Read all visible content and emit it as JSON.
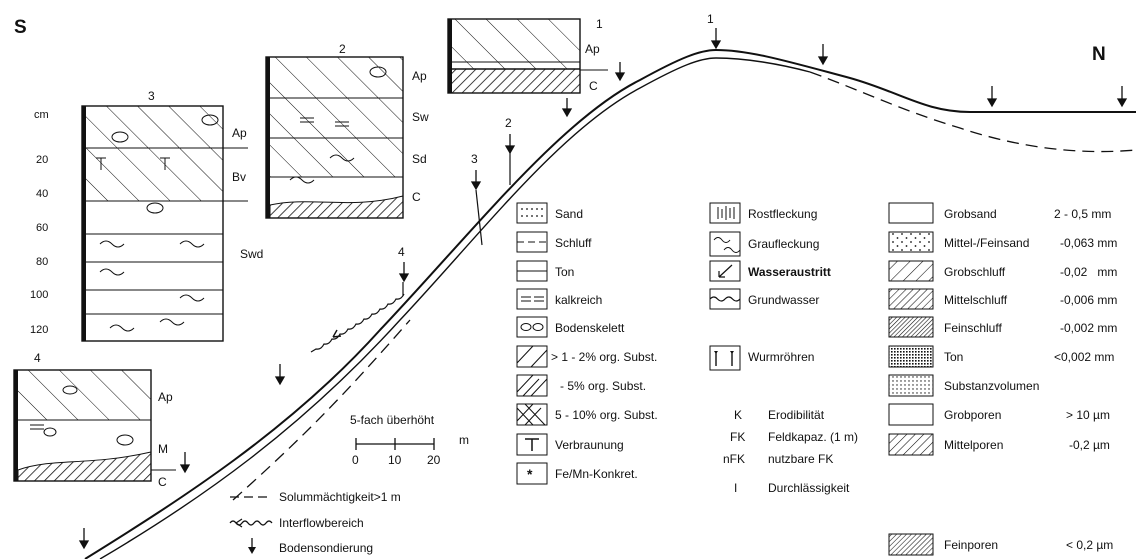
{
  "compass": {
    "south": "S",
    "north": "N"
  },
  "profiles": [
    {
      "id": "1",
      "horizons": [
        "Ap",
        "C"
      ]
    },
    {
      "id": "2",
      "horizons": [
        "Ap",
        "Sw",
        "Sd",
        "C"
      ]
    },
    {
      "id": "3",
      "depth_unit": "cm",
      "depths": [
        "20",
        "40",
        "60",
        "80",
        "100",
        "120"
      ],
      "horizons": [
        "Ap",
        "Bv",
        "Swd"
      ]
    },
    {
      "id": "4",
      "horizons": [
        "Ap",
        "M",
        "C"
      ]
    }
  ],
  "slope_markers": [
    "1",
    "2",
    "3",
    "4"
  ],
  "scale": {
    "label": "5-fach überhöht",
    "unit": "m",
    "ticks": [
      "0",
      "10",
      "20"
    ]
  },
  "line_legend": [
    {
      "symbol": "dashed",
      "label": "Solummächtigkeit>1 m"
    },
    {
      "symbol": "wavy-arrow",
      "label": "Interflowbereich"
    },
    {
      "symbol": "arrow-down",
      "label": "Bodensondierung"
    }
  ],
  "legend_col1": [
    {
      "icon": "dots",
      "label": "Sand"
    },
    {
      "icon": "dashed-line",
      "label": "Schluff"
    },
    {
      "icon": "solid-line",
      "label": "Ton"
    },
    {
      "icon": "double-dash",
      "label": "kalkreich"
    },
    {
      "icon": "pebbles",
      "label": "Bodenskelett"
    },
    {
      "icon": "hatch-wide",
      "label": "> 1 - 2% org. Subst."
    },
    {
      "icon": "hatch-double",
      "label": "- 5% org. Subst."
    },
    {
      "icon": "hatch-cross",
      "label": "5 - 10% org. Subst."
    },
    {
      "icon": "T-symbol",
      "label": "Verbraunung"
    },
    {
      "icon": "star-symbol",
      "label": "Fe/Mn-Konkret."
    }
  ],
  "legend_col2": [
    {
      "icon": "rust-mottles",
      "label": "Rostfleckung"
    },
    {
      "icon": "grey-mottles",
      "label": "Graufleckung"
    },
    {
      "icon": "water-arrow",
      "label": "Wasseraustritt"
    },
    {
      "icon": "wavy-line",
      "label": "Grundwasser"
    },
    {
      "icon": "worm-tubes",
      "label": "Wurmröhren"
    }
  ],
  "abbreviations": [
    {
      "abbr": "K",
      "label": "Erodibilität"
    },
    {
      "abbr": "FK",
      "label": "Feldkapaz. (1 m)"
    },
    {
      "abbr": "nFK",
      "label": "nutzbare FK"
    },
    {
      "abbr": "I",
      "label": "Durchlässigkeit"
    }
  ],
  "legend_col3": [
    {
      "icon": "empty",
      "label": "Grobsand",
      "value": "2 - 0,5 mm"
    },
    {
      "icon": "sparse-dots",
      "label": "Mittel-/Feinsand",
      "value": "-0,063 mm"
    },
    {
      "icon": "hatch-3",
      "label": "Grobschluff",
      "value": "-0,02   mm"
    },
    {
      "icon": "hatch-5",
      "label": "Mittelschluff",
      "value": "-0,006 mm"
    },
    {
      "icon": "hatch-8",
      "label": "Feinschluff",
      "value": "-0,002 mm"
    },
    {
      "icon": "dense-dots",
      "label": "Ton",
      "value": "<0,002 mm"
    },
    {
      "icon": "fine-dots",
      "label": "Substanzvolumen",
      "value": ""
    },
    {
      "icon": "empty",
      "label": "Grobporen",
      "value": "> 10 µm"
    },
    {
      "icon": "hatch-4",
      "label": "Mittelporen",
      "value": "-0,2 µm"
    },
    {
      "icon": "hatch-7",
      "label": "Feinporen",
      "value": "< 0,2 µm"
    }
  ]
}
